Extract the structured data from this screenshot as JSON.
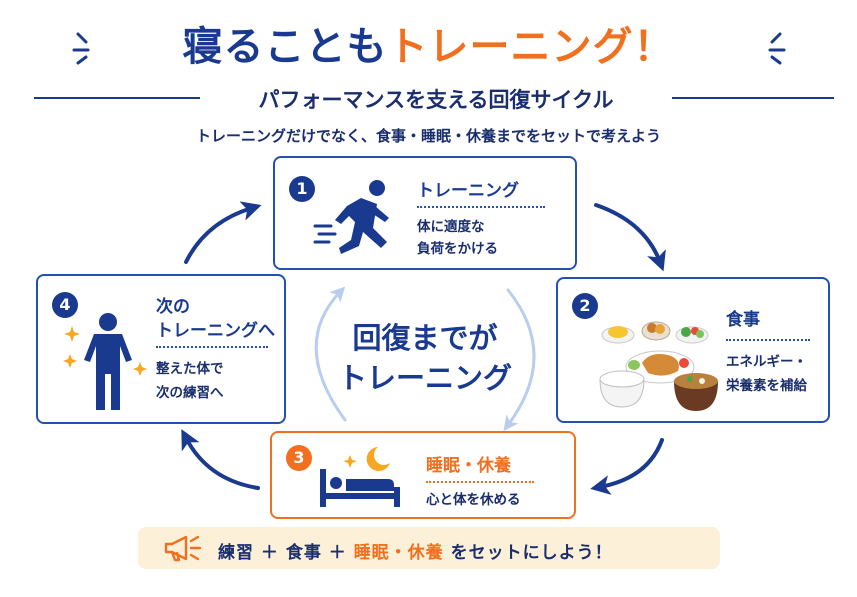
{
  "title": {
    "part1": "寝ることも",
    "part2": "トレーニング！"
  },
  "subtitle": "パフォーマンスを支える回復サイクル",
  "tagline": "トレーニングだけでなく、食事・睡眠・休養までをセットで考えよう",
  "center": {
    "line1": "回復までが",
    "line2": "トレーニング"
  },
  "cards": [
    {
      "number": "1",
      "title": "トレーニング",
      "desc1": "体に適度な",
      "desc2": "負荷をかける",
      "icon": "running-person-icon"
    },
    {
      "number": "2",
      "title": "食事",
      "desc1": "エネルギー・",
      "desc2": "栄養素を補給",
      "icon": "meal-icon"
    },
    {
      "number": "3",
      "title": "睡眠・休養",
      "desc1": "心と体を休める",
      "icon": "sleeping-bed-icon"
    },
    {
      "number": "4",
      "title1": "次の",
      "title2": "トレーニングへ",
      "desc1": "整えた体で",
      "desc2": "次の練習へ",
      "icon": "standing-person-icon"
    }
  ],
  "banner": {
    "part1": "練習 ＋ 食事 ＋ ",
    "part2": "睡眠・休養",
    "part3": " をセットにしよう！",
    "icon": "megaphone-icon"
  },
  "colors": {
    "navy": "#1a3a8f",
    "orange": "#f07020",
    "banner_bg": "#fdf0d8"
  }
}
